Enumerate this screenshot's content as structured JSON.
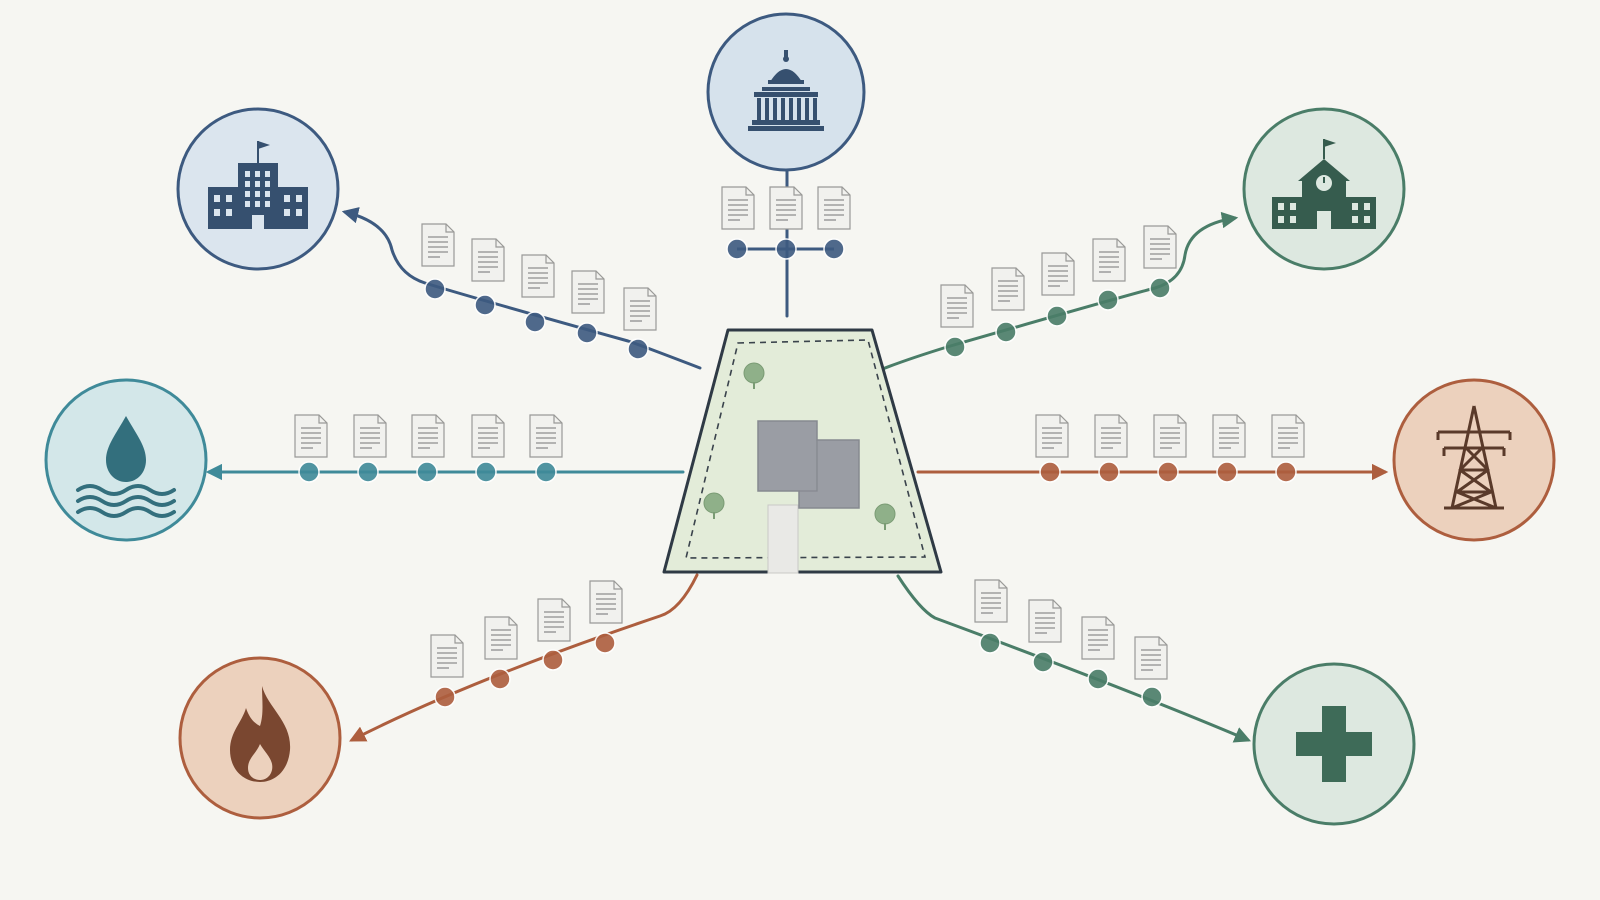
{
  "palette": {
    "background": "#f6f6f2",
    "navy": "#3d5a80",
    "navy_fill": "#dbe5ee",
    "capitol_fill": "#d6e2ec",
    "teal": "#3f8a99",
    "teal_fill": "#d3e7e9",
    "green": "#4a7d68",
    "green_fill": "#dde8e0",
    "rust": "#ad5e3e",
    "rust_fill": "#ecd1bd",
    "parcel_fill": "#e3ecd9",
    "parcel_stroke": "#2f3a45",
    "house": "#9a9da4",
    "tree": "#8fb089",
    "document": "#f1f1ee",
    "document_line": "#8e8e8e"
  },
  "center": {
    "name": "land-parcel",
    "icon": "parcel-with-house-icon"
  },
  "branches": [
    {
      "id": "capitol",
      "entity": "government",
      "icon": "capitol-building-icon",
      "color": "navy",
      "fill": "capitol_fill",
      "documents": 3,
      "connector_nodes": 3
    },
    {
      "id": "city-hall",
      "entity": "municipal-office",
      "icon": "office-building-flag-icon",
      "color": "navy",
      "fill": "navy_fill",
      "documents": 5,
      "connector_nodes": 5
    },
    {
      "id": "school",
      "entity": "school",
      "icon": "school-building-icon",
      "color": "green",
      "fill": "green_fill",
      "documents": 5,
      "connector_nodes": 5
    },
    {
      "id": "water",
      "entity": "water-utility",
      "icon": "water-drop-waves-icon",
      "color": "teal",
      "fill": "teal_fill",
      "documents": 5,
      "connector_nodes": 5
    },
    {
      "id": "electric",
      "entity": "electric-utility",
      "icon": "power-transmission-tower-icon",
      "color": "rust",
      "fill": "rust_fill",
      "documents": 5,
      "connector_nodes": 5
    },
    {
      "id": "gas",
      "entity": "gas-utility",
      "icon": "flame-icon",
      "color": "rust",
      "fill": "rust_fill",
      "documents": 4,
      "connector_nodes": 4
    },
    {
      "id": "health",
      "entity": "health-services",
      "icon": "medical-cross-icon",
      "color": "green",
      "fill": "green_fill",
      "documents": 4,
      "connector_nodes": 4
    }
  ]
}
